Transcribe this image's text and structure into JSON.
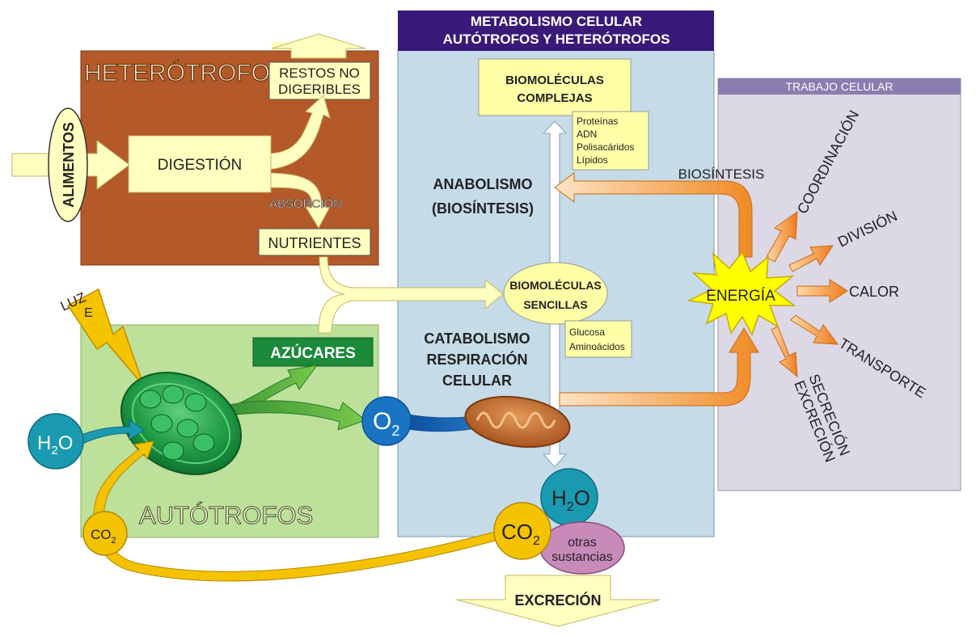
{
  "metabolism": {
    "title_line1": "METABOLISMO CELULAR",
    "title_line2": "AUTÓTROFOS Y HETERÓTROFOS",
    "anabolism_line1": "ANABOLISMO",
    "anabolism_line2": "(BIOSÍNTESIS)",
    "catabolism_line1": "CATABOLISMO",
    "catabolism_line2": "RESPIRACIÓN",
    "catabolism_line3": "CELULAR",
    "complex_line1": "BIOMOLÉCULAS",
    "complex_line2": "COMPLEJAS",
    "complex_examples": [
      "Proteínas",
      "ADN",
      "Polisacáridos",
      "Lípidos"
    ],
    "simple_line1": "BIOMOLÉCULAS",
    "simple_line2": "SENCILLAS",
    "simple_examples": [
      "Glucosa",
      "Aminoácidos"
    ]
  },
  "heterotrophs": {
    "title": "HETERÓTROFOS",
    "remains_line1": "RESTOS NO",
    "remains_line2": "DIGERIBLES",
    "food": "ALIMENTOS",
    "digestion": "DIGESTIÓN",
    "absorption": "ABSORCIÓN",
    "nutrients": "NUTRIENTES"
  },
  "autotrophs": {
    "title": "AUTÓTROFOS",
    "light": "LUZ",
    "energy_letter": "E",
    "sugars": "AZÚCARES",
    "water": "H",
    "water_sub": "2",
    "water_tail": "O",
    "co2": "CO",
    "co2_sub": "2",
    "oxygen": "O",
    "oxygen_sub": "2"
  },
  "products": {
    "water": "H",
    "water_sub": "2",
    "water_tail": "O",
    "co2": "CO",
    "co2_sub": "2",
    "other_line1": "otras",
    "other_line2": "sustancias",
    "excretion": "EXCRECIÓN"
  },
  "work": {
    "title": "TRABAJO CELULAR",
    "energy": "ENERGÍA",
    "biosynthesis": "BIOSÍNTESIS",
    "coordination": "COORDINACIÓN",
    "division": "DIVISIÓN",
    "heat": "CALOR",
    "transport": "TRANSPORTE",
    "secretion_line1": "SECRECIÓN",
    "secretion_line2": "EXCRECIÓN"
  },
  "colors": {
    "heterotroph_panel": "#b4592a",
    "autotroph_panel": "#bde09a",
    "metabolism_panel": "#c5dbe8",
    "metabolism_header": "#3a1a78",
    "work_panel": "#dcd8e6",
    "work_header": "#8a7db0",
    "pale_yellow": "#ffffc0",
    "sugar_green": "#1b8a3a",
    "oxygen_blue": "#1a74c4",
    "water_teal": "#1a9ab0",
    "co2_yellow": "#f5c200",
    "other_purple": "#c88ab8",
    "energy_orange": "#f08a24"
  },
  "icons": [
    "lightning-icon",
    "chloroplast-icon",
    "mitochondrion-icon",
    "energy-starburst-icon"
  ]
}
